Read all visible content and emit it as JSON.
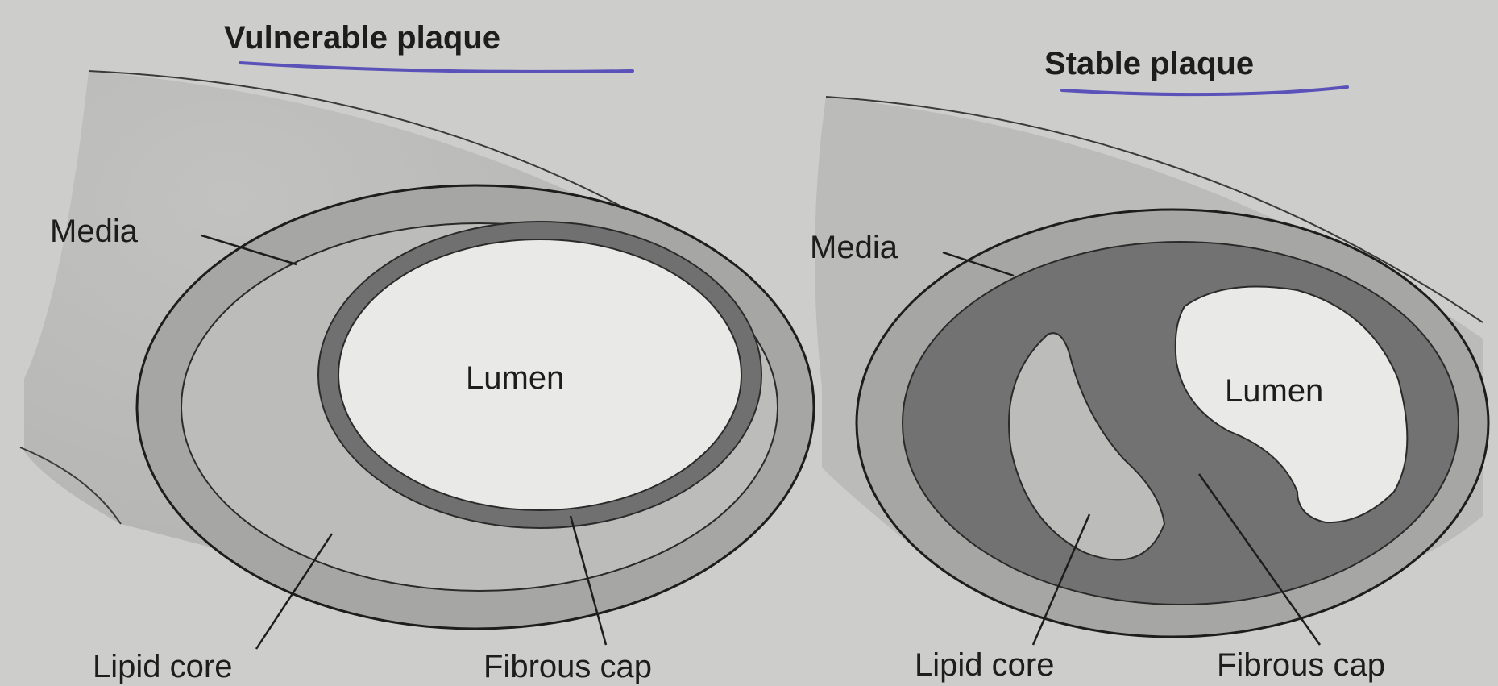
{
  "diagrams": [
    {
      "title": "Vulnerable plaque",
      "labels": {
        "media": "Media",
        "lumen": "Lumen",
        "lipid_core": "Lipid core",
        "fibrous_cap": "Fibrous cap"
      }
    },
    {
      "title": "Stable plaque",
      "labels": {
        "media": "Media",
        "lumen": "Lumen",
        "lipid_core": "Lipid core",
        "fibrous_cap": "Fibrous cap"
      }
    }
  ],
  "colors": {
    "paper": "#cdcdcb",
    "vessel_shading": "#bdbdbb",
    "media_ring": "#a6a6a4",
    "lipid_core": "#bcbcba",
    "fibrous_tissue": "#707070",
    "lumen": "#e9e9e7",
    "outline": "#1d1d1d",
    "title_underline": "#5a52b8"
  }
}
